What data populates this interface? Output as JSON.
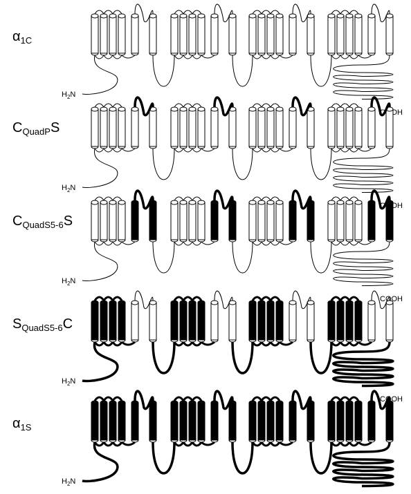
{
  "figure": {
    "rows": [
      {
        "id": "a1c",
        "label_main": "α",
        "label_sub": "1C",
        "label_tail": "",
        "style": "cardiac"
      },
      {
        "id": "cquadps",
        "label_main": "C",
        "label_sub": "QuadP",
        "label_tail": "S",
        "style": "cquadp"
      },
      {
        "id": "cquads56s",
        "label_main": "C",
        "label_sub": "QuadS5-6",
        "label_tail": "S",
        "style": "cquads56"
      },
      {
        "id": "squads56c",
        "label_main": "S",
        "label_sub": "QuadS5-6",
        "label_tail": "C",
        "style": "squads56"
      },
      {
        "id": "a1s",
        "label_main": "α",
        "label_sub": "1S",
        "label_tail": "",
        "style": "skeletal"
      }
    ],
    "n_terminus": "H",
    "n_terminus_sub": "2",
    "n_terminus_tail": "N",
    "c_terminus": "COOH",
    "colors": {
      "skeletal": "#000000",
      "cardiac": "#ffffff",
      "line": "#000000"
    }
  }
}
